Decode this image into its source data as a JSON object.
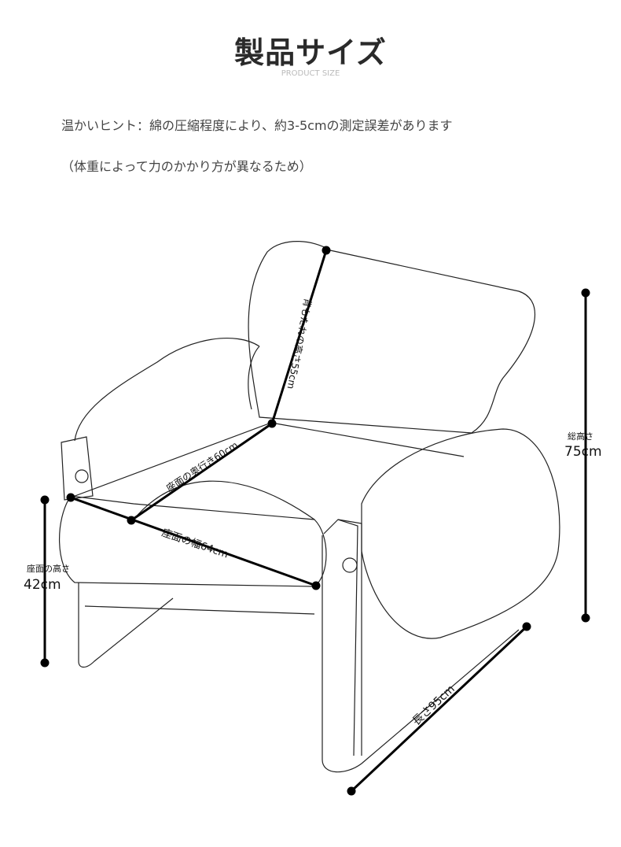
{
  "title": "製品サイズ",
  "subtitle": "PRODUCT SIZE",
  "hint_line1": "温かいヒント：綿の圧縮程度により、約3-5cmの測定誤差があります",
  "hint_line2": "（体重によって力のかかり方が異なるため）",
  "dimensions": {
    "back_height": "背もたれの高さ55cm",
    "seat_depth": "座面の奥行き60cm",
    "seat_width": "座面の幅64cm",
    "total_height_label": "総高さ",
    "total_height_value": "75cm",
    "seat_height_label": "座面の高さ",
    "seat_height_value": "42cm",
    "length": "長さ95cm"
  }
}
